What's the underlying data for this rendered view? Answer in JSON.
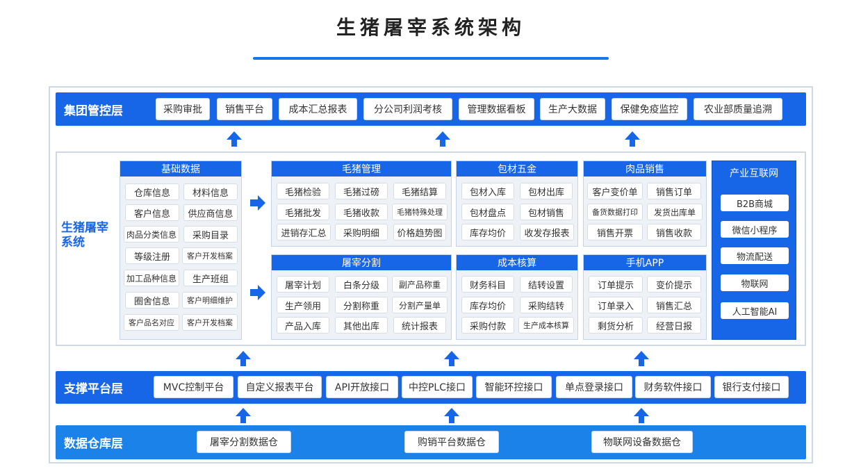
{
  "title": "生猪屠宰系统架构",
  "layers": {
    "top": {
      "label": "集团管控层",
      "items": [
        "采购审批",
        "销售平台",
        "成本汇总报表",
        "分公司利润考核",
        "管理数据看板",
        "生产大数据",
        "保健免疫监控",
        "农业部质量追溯"
      ]
    },
    "core": {
      "label": "生猪屠宰系统",
      "base": {
        "title": "基础数据",
        "items": [
          "仓库信息",
          "材料信息",
          "客户信息",
          "供应商信息",
          "肉品分类信息",
          "采购目录",
          "等级注册",
          "客户开发档案",
          "加工品种信息",
          "生产班组",
          "圈舍信息",
          "客户明细维护",
          "客户品名对应",
          "客户开发档案"
        ]
      },
      "hog": {
        "title": "毛猪管理",
        "items": [
          "毛猪检验",
          "毛猪过磅",
          "毛猪结算",
          "毛猪批发",
          "毛猪收款",
          "毛猪特殊处理",
          "进销存汇总",
          "采购明细",
          "价格趋势图"
        ]
      },
      "packaging": {
        "title": "包材五金",
        "items": [
          "包材入库",
          "包材出库",
          "包材盘点",
          "包材销售",
          "库存均价",
          "收发存报表"
        ]
      },
      "meat_sales": {
        "title": "肉品销售",
        "items": [
          "客户变价单",
          "销售订单",
          "备货数据打印",
          "发货出库单",
          "销售开票",
          "销售收款"
        ]
      },
      "slaughter": {
        "title": "屠宰分割",
        "items": [
          "屠宰计划",
          "白条分级",
          "副产品称重",
          "生产领用",
          "分割称重",
          "分割产量单",
          "产品入库",
          "其他出库",
          "统计报表"
        ]
      },
      "cost": {
        "title": "成本核算",
        "items": [
          "财务科目",
          "结转设置",
          "库存均价",
          "采购结转",
          "采购付款",
          "生产成本核算"
        ]
      },
      "mobile": {
        "title": "手机APP",
        "items": [
          "订单提示",
          "变价提示",
          "订单录入",
          "销售汇总",
          "剩货分析",
          "经营日报"
        ]
      },
      "industry": {
        "title": "产业互联网",
        "items": [
          "B2B商城",
          "微信小程序",
          "物流配送",
          "物联网",
          "人工智能AI"
        ]
      }
    },
    "support": {
      "label": "支撑平台层",
      "items": [
        "MVC控制平台",
        "自定义报表平台",
        "API开放接口",
        "中控PLC接口",
        "智能环控接口",
        "单点登录接口",
        "财务软件接口",
        "银行支付接口"
      ]
    },
    "data": {
      "label": "数据仓库层",
      "items": [
        "屠宰分割数据仓",
        "购销平台数据仓",
        "物联网设备数据仓"
      ]
    }
  },
  "colors": {
    "primary": "#1766e8",
    "data_band": "#1a82e8",
    "panel_bg": "#eef2f7"
  },
  "icons": {
    "arrow_up": "arrow-up-icon",
    "arrow_right": "arrow-right-icon"
  }
}
